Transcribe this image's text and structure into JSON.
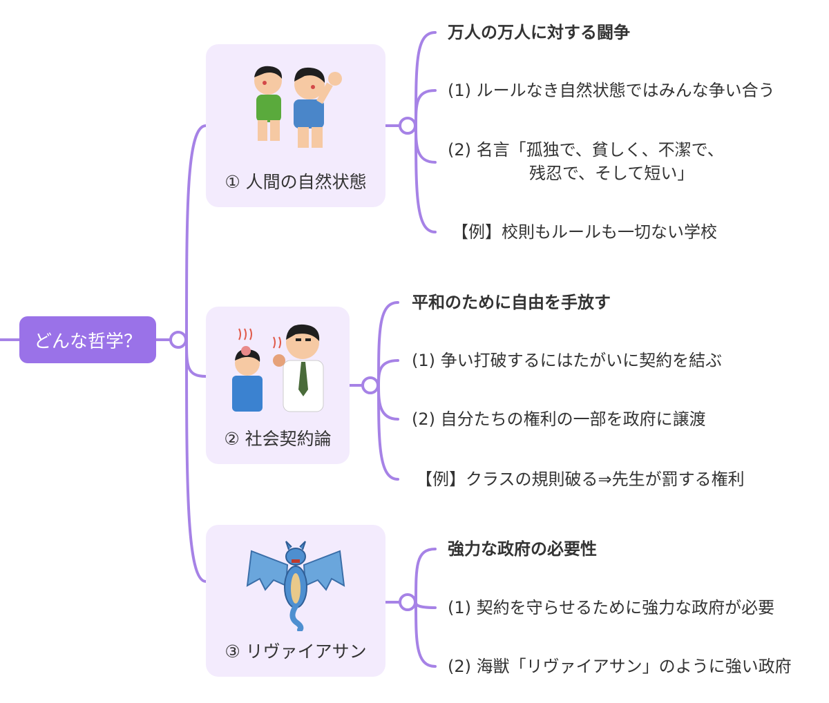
{
  "root": {
    "label": "どんな哲学？"
  },
  "branches": [
    {
      "label": "① 人間の自然状態",
      "image": "fighting-boys-illustration",
      "items": [
        {
          "text": "万人の万人に対する闘争",
          "bold": true
        },
        {
          "text": "(1) ルールなき自然状態ではみんな争い合う"
        },
        {
          "text": "(2) 名言「孤独で、貧しく、不潔で、",
          "text2": "残忍で、そして短い」"
        },
        {
          "text": "【例】校則もルールも一切ない学校"
        }
      ]
    },
    {
      "label": "② 社会契約論",
      "image": "scolding-teacher-illustration",
      "items": [
        {
          "text": "平和のために自由を手放す",
          "bold": true
        },
        {
          "text": "(1) 争い打破するにはたがいに契約を結ぶ"
        },
        {
          "text": "(2) 自分たちの権利の一部を政府に譲渡"
        },
        {
          "text": "【例】クラスの規則破る⇒先生が罰する権利"
        }
      ]
    },
    {
      "label": "③ リヴァイアサン",
      "image": "dragon-illustration",
      "items": [
        {
          "text": "強力な政府の必要性",
          "bold": true
        },
        {
          "text": "(1) 契約を守らせるために強力な政府が必要"
        },
        {
          "text": "(2) 海獣「リヴァイアサン」のように強い政府"
        }
      ]
    }
  ],
  "colors": {
    "accent": "#9a72e8",
    "card": "#f3ebfd",
    "line": "#a682e6"
  }
}
